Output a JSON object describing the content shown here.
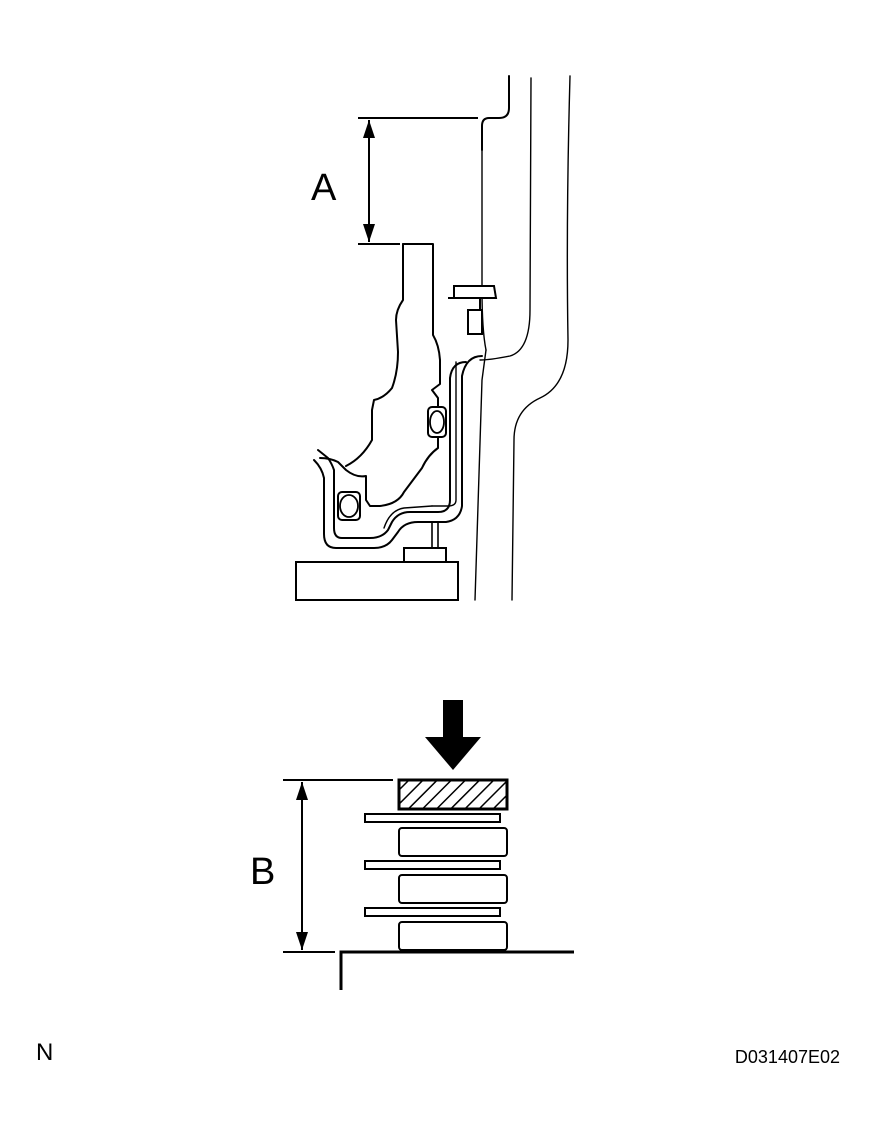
{
  "labels": {
    "dimension_a": "A",
    "dimension_b": "B",
    "corner_mark": "N",
    "figure_code": "D031407E02"
  },
  "icons": {
    "press_arrow": "arrow-down-icon",
    "hatch_block": "hatched-block-icon"
  },
  "colors": {
    "ink": "#000000",
    "paper": "#ffffff"
  }
}
